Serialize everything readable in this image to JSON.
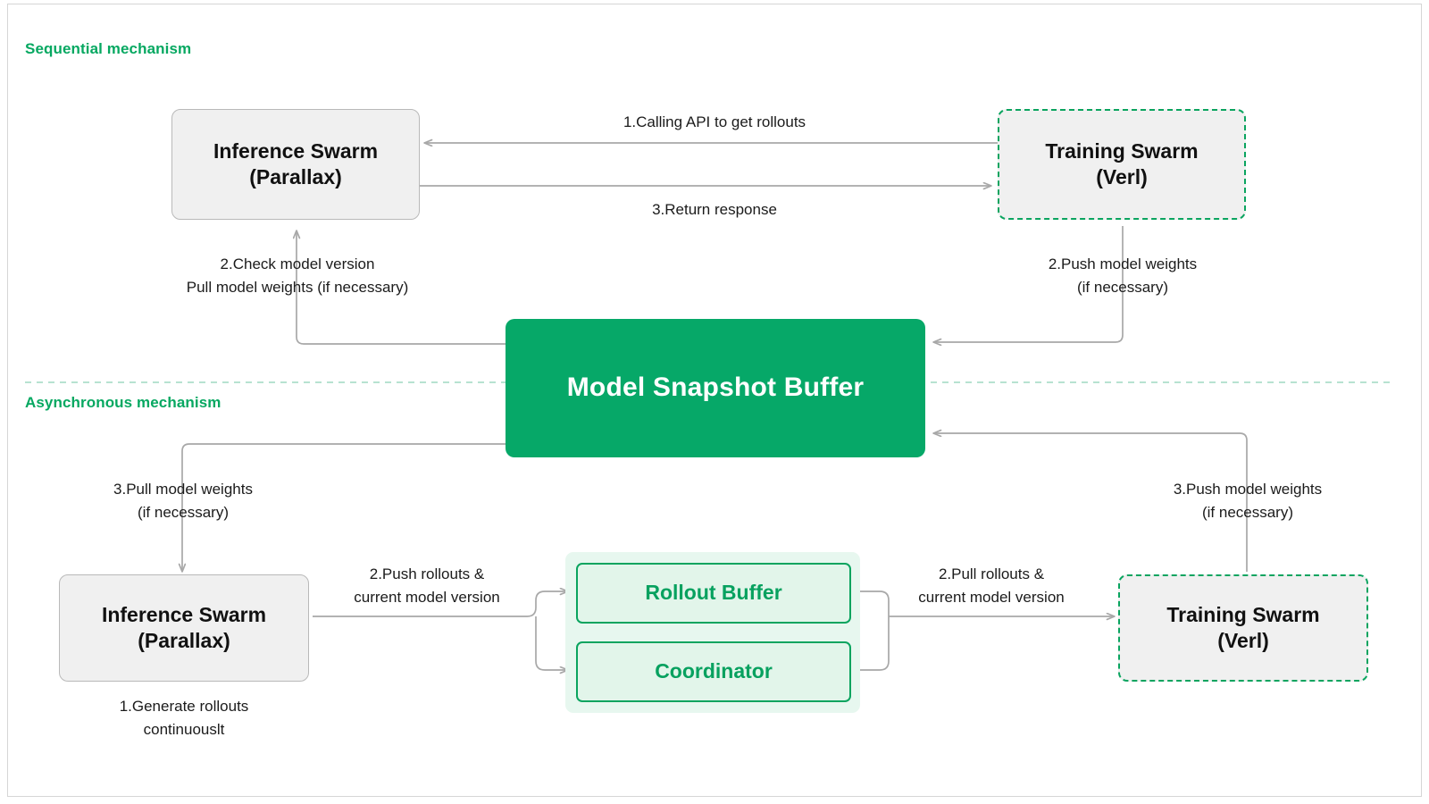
{
  "sections": {
    "sequential_title": "Sequential mechanism",
    "asynchronous_title": "Asynchronous mechanism"
  },
  "colors": {
    "brand_green": "#06a861",
    "buffer_green": "#06a868",
    "panel_green": "#e7f7ef",
    "node_gray": "#f0f0f0",
    "wire_gray": "#a8a8a8",
    "divider_green": "#9fd9c2"
  },
  "nodes": {
    "seq_inference": {
      "line1": "Inference Swarm",
      "line2": "(Parallax)"
    },
    "seq_training": {
      "line1": "Training Swarm",
      "line2": "(Verl)"
    },
    "snapshot_buffer": {
      "label": "Model Snapshot Buffer"
    },
    "async_inference": {
      "line1": "Inference Swarm",
      "line2": "(Parallax)"
    },
    "async_training": {
      "line1": "Training Swarm",
      "line2": "(Verl)"
    },
    "rollout_buffer": {
      "label": "Rollout Buffer"
    },
    "coordinator": {
      "label": "Coordinator"
    }
  },
  "edge_labels": {
    "calling_api": "1.Calling API to get rollouts",
    "return_response": "3.Return response",
    "check_model_version": "2.Check model version\nPull model weights (if necessary)",
    "push_model_weights_seq": "2.Push model weights\n(if necessary)",
    "pull_model_weights_async": "3.Pull model weights\n(if necessary)",
    "push_model_weights_async": "3.Push model weights\n(if necessary)",
    "generate_rollouts": "1.Generate rollouts\ncontinuouslt",
    "push_rollouts": "2.Push rollouts &\ncurrent model version",
    "pull_rollouts": "2.Pull rollouts &\ncurrent model version"
  }
}
